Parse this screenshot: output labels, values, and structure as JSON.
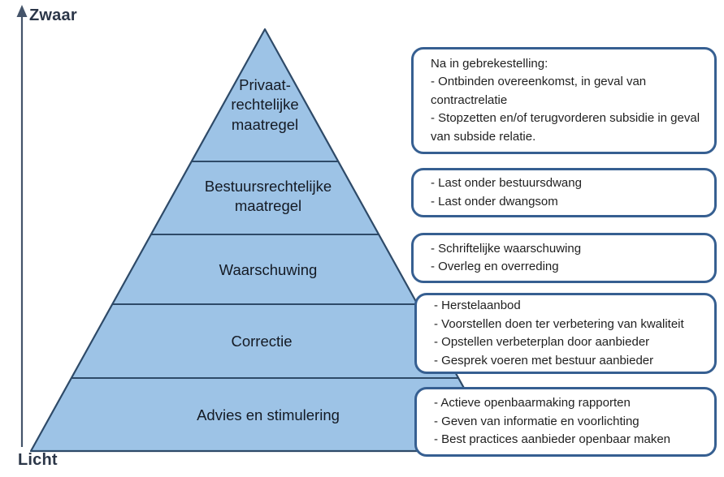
{
  "diagram": {
    "title": "interventiepiramide",
    "axis": {
      "top_label": "Zwaar",
      "bottom_label": "Licht"
    },
    "colors": {
      "pyramid_fill": "#9DC3E6",
      "pyramid_border": "#2E4A68",
      "note_border": "#365F91",
      "axis": "#44546A"
    },
    "levels": [
      {
        "label": "Privaat-rechtelijke maatregel",
        "label_lines": [
          "Privaat-",
          "rechtelijke",
          "maatregel"
        ],
        "note_lines": [
          "Na in gebrekestelling:",
          "- Ontbinden overeenkomst, in geval van contractrelatie",
          "- Stopzetten en/of terugvorderen subsidie in geval van subside relatie."
        ]
      },
      {
        "label": "Bestuursrechtelijke maatregel",
        "label_lines": [
          "Bestuursrechtelijke",
          "maatregel"
        ],
        "note_lines": [
          "- Last onder bestuursdwang",
          "- Last onder dwangsom"
        ]
      },
      {
        "label": "Waarschuwing",
        "label_lines": [
          "Waarschuwing"
        ],
        "note_lines": [
          "- Schriftelijke waarschuwing",
          "- Overleg en overreding"
        ]
      },
      {
        "label": "Correctie",
        "label_lines": [
          "Correctie"
        ],
        "note_lines": [
          "- Herstelaanbod",
          "- Voorstellen doen ter verbetering van kwaliteit",
          "- Opstellen verbeterplan door aanbieder",
          "- Gesprek voeren met bestuur aanbieder"
        ]
      },
      {
        "label": "Advies en stimulering",
        "label_lines": [
          "Advies en stimulering"
        ],
        "note_lines": [
          "- Actieve openbaarmaking rapporten",
          "- Geven van informatie en voorlichting",
          "- Best practices aanbieder openbaar maken"
        ]
      }
    ]
  }
}
